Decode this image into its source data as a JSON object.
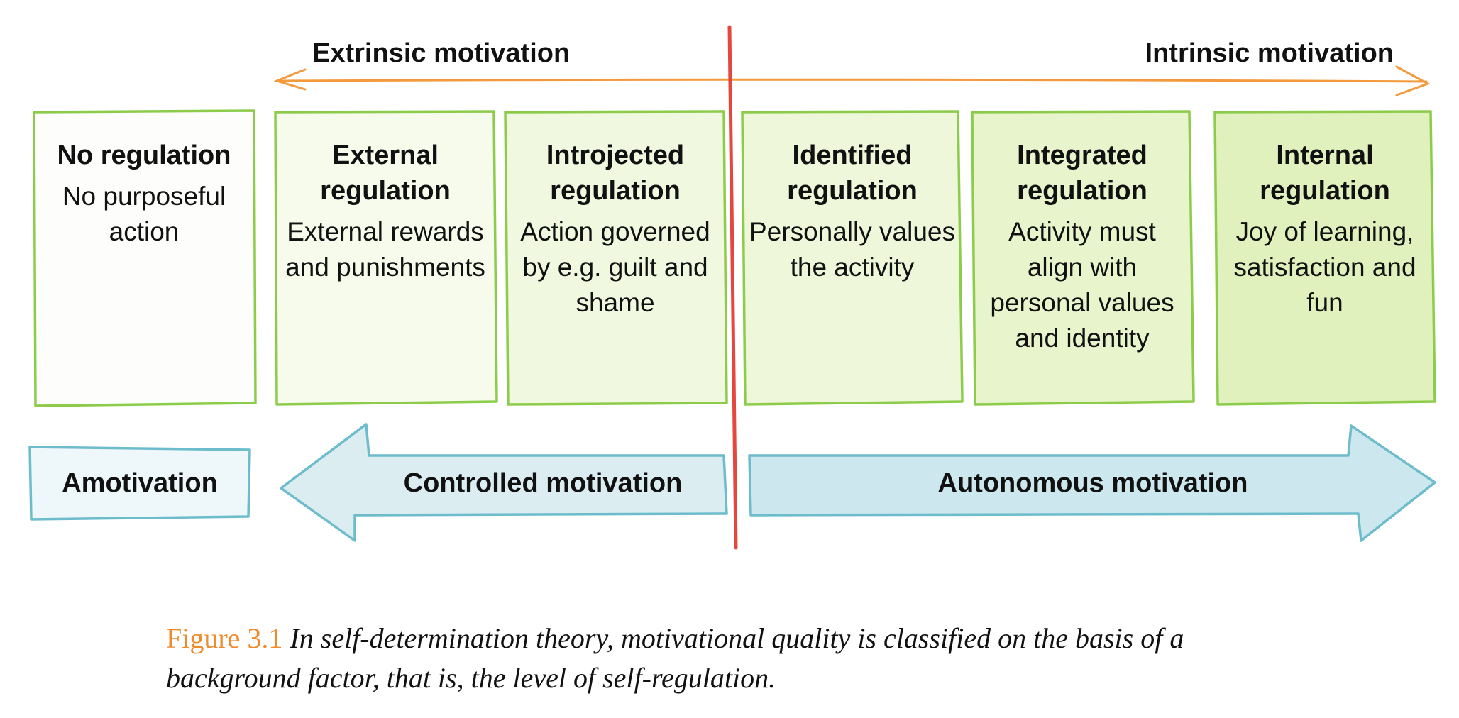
{
  "scale": {
    "extrinsic_label": "Extrinsic motivation",
    "intrinsic_label": "Intrinsic motivation"
  },
  "regulations": [
    {
      "title": "No regulation",
      "desc": "No purposeful action"
    },
    {
      "title": "External regulation",
      "desc": "External rewards and punishments"
    },
    {
      "title": "Introjected regulation",
      "desc": "Action governed by e.g. guilt and shame"
    },
    {
      "title": "Identified regulation",
      "desc": "Personally values the activity"
    },
    {
      "title": "Integrated regulation",
      "desc": "Activity must align with personal values and identity"
    },
    {
      "title": "Internal regulation",
      "desc": "Joy of learning, satisfaction and fun"
    }
  ],
  "bands": {
    "amotivation": "Amotivation",
    "controlled": "Controlled motivation",
    "autonomous": "Autonomous motivation"
  },
  "caption": {
    "figure_label": "Figure 3.1",
    "text": "In self-determination theory, motivational quality is classified on the basis of a background factor, that is, the level of self-regulation."
  },
  "colors": {
    "box_border": "#8ccc4a",
    "box_fills": [
      "#fdfdfb",
      "#f6fbec",
      "#f0f8df",
      "#eef7d9",
      "#e8f4cc",
      "#e1f1bd"
    ],
    "band_fill": "#dbeef3",
    "band_border": "#6cbccc",
    "divider": "#e5463d",
    "scale_arrow": "#f39a3c",
    "figure_label": "#f08a2a"
  }
}
